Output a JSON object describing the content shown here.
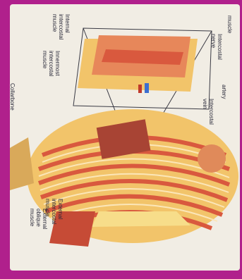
{
  "labels": {
    "internal_intercostal_muscle": "Internal\nintercostal\nmuscle",
    "innermost_intercostal_muscle": "Innermost\nintercostal\nmuscle",
    "muscle_top": "muscle",
    "intercostal_nerve": "Intercostal\nnerve",
    "artery": "artery",
    "intercostal_vein": "Intercostal\nvein",
    "collarbone": "Collarbone",
    "external_intercostal_muscle": "External\nintercostal\nmuscle",
    "external_oblique_muscle": "External\noblique\nmuscle"
  },
  "colors": {
    "background_border": "#b0208c",
    "page": "#f1ede4",
    "muscle": "#d9593e",
    "fat": "#f2c46a",
    "bone": "#f6efd6"
  }
}
